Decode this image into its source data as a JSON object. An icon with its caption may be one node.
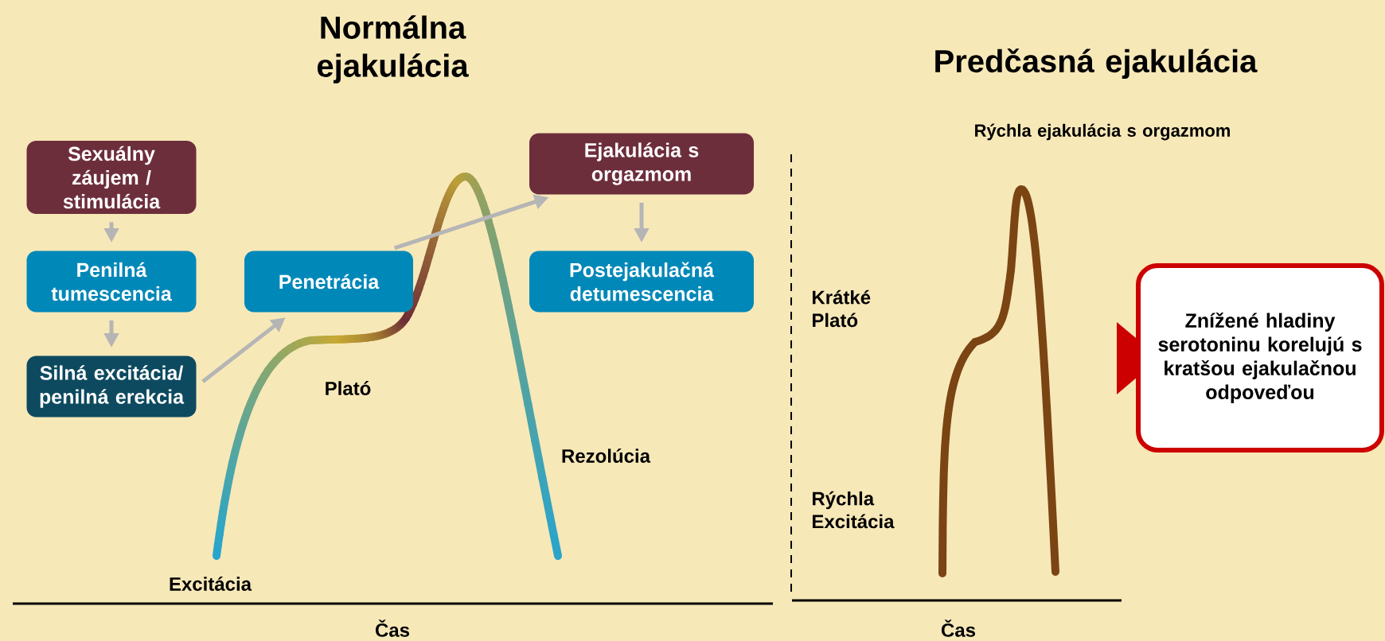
{
  "diagram": {
    "nodes": [
      {
        "text": [
          "Sexuálny záujem / stimulácia"
        ]
      },
      {
        "text": [
          "Penilná tumescencia"
        ]
      },
      {
        "text": [
          "Silná excitácia/ penilná erekcia"
        ]
      },
      {
        "text": [
          "Penetrácia"
        ]
      },
      {
        "text": [
          "Ejakulácia s orgazmom"
        ]
      },
      {
        "text": [
          "Postejakulačná detumescencia"
        ]
      },
      {
        "text": [
          "Znížené hladiny serotoninu korelujú s kratšou ejakulačnou odpoveďou"
        ]
      }
    ],
    "edges": [
      {
        "from": 0,
        "to": 1,
        "arrow": "to"
      },
      {
        "from": 1,
        "to": 2,
        "arrow": "to"
      },
      {
        "from": 2,
        "to": 3,
        "arrow": "to"
      },
      {
        "from": 3,
        "to": 4,
        "arrow": "to"
      },
      {
        "from": 4,
        "to": 5,
        "arrow": "to"
      }
    ],
    "labels": [
      "Normálna ejakulácia",
      "Predčasná ejakulácia",
      "Rýchla ejakulácia s orgazmom",
      "Krátké Plató",
      "Plató",
      "Rezolúcia",
      "Rýchla Excitácia",
      "Excitácia",
      "Čas",
      "Čas"
    ]
  }
}
